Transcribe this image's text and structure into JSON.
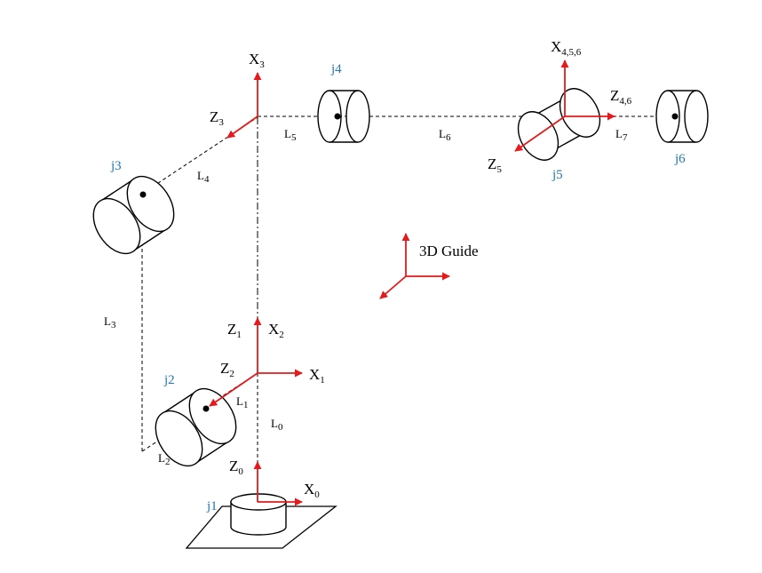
{
  "colors": {
    "axis": "#E41A1C",
    "joint_label": "#1F77B4",
    "line": "#000000"
  },
  "frames": {
    "z0": {
      "main": "Z",
      "sub": "0"
    },
    "x0": {
      "main": "X",
      "sub": "0"
    },
    "z1": {
      "main": "Z",
      "sub": "1"
    },
    "x1": {
      "main": "X",
      "sub": "1"
    },
    "x2": {
      "main": "X",
      "sub": "2"
    },
    "z2": {
      "main": "Z",
      "sub": "2"
    },
    "x3": {
      "main": "X",
      "sub": "3"
    },
    "z3": {
      "main": "Z",
      "sub": "3"
    },
    "x456": {
      "main": "X",
      "sub": "4,5,6"
    },
    "z46": {
      "main": "Z",
      "sub": "4,6"
    },
    "z5": {
      "main": "Z",
      "sub": "5"
    }
  },
  "links": {
    "l0": {
      "main": "L",
      "sub": "0"
    },
    "l1": {
      "main": "L",
      "sub": "1"
    },
    "l2": {
      "main": "L",
      "sub": "2"
    },
    "l3": {
      "main": "L",
      "sub": "3"
    },
    "l4": {
      "main": "L",
      "sub": "4"
    },
    "l5": {
      "main": "L",
      "sub": "5"
    },
    "l6": {
      "main": "L",
      "sub": "6"
    },
    "l7": {
      "main": "L",
      "sub": "7"
    }
  },
  "joints": {
    "j1": "j1",
    "j2": "j2",
    "j3": "j3",
    "j4": "j4",
    "j5": "j5",
    "j6": "j6"
  },
  "guide_label": "3D Guide"
}
